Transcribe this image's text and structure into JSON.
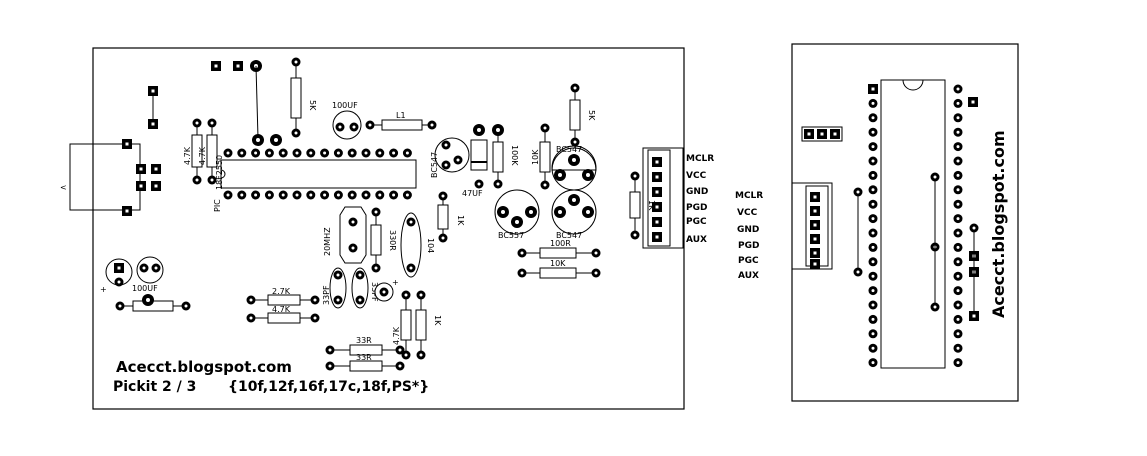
{
  "main_board": {
    "blog": "Acecct.blogspot.com",
    "title": "Pickit 2 / 3",
    "chips": "{10f,12f,16f,17c,18f,PS*}",
    "labels": {
      "r5k_a": "5K",
      "c100uf_a": "100UF",
      "l1": "L1",
      "r47k_a": "4.7K",
      "r47k_b": "4.7K",
      "pic": "PIC",
      "pic_part": "18F2550",
      "bc547_a": "BC547",
      "c47uf": "47UF",
      "r100k": "100K",
      "r10k_a": "10K",
      "bc547_b": "BC547",
      "r5k_b": "5K",
      "bc557": "BC557",
      "bc547_c": "BC547",
      "r1k": "1K",
      "r100r": "100R",
      "r10k_b": "10K",
      "r1k_v": "1K",
      "xtal": "20MHZ",
      "r330r": "330R",
      "c104": "104",
      "c33pf_a": "33PF",
      "c33pf_b": "33PF",
      "r27k": "2.7K",
      "r47k_c": "4.7K",
      "r47k_d": "4.7K",
      "r33r_a": "33R",
      "r33r_b": "33R",
      "r1k_c": "1K",
      "c100uf_b": "100UF",
      "usb_mark": "<"
    },
    "icsp_pins": [
      "MCLR",
      "VCC",
      "GND",
      "PGD",
      "PGC",
      "AUX"
    ]
  },
  "side_board": {
    "pins": [
      "MCLR",
      "VCC",
      "GND",
      "PGD",
      "PGC",
      "AUX"
    ],
    "blog_vertical": "Acecct.blogspot.com"
  }
}
